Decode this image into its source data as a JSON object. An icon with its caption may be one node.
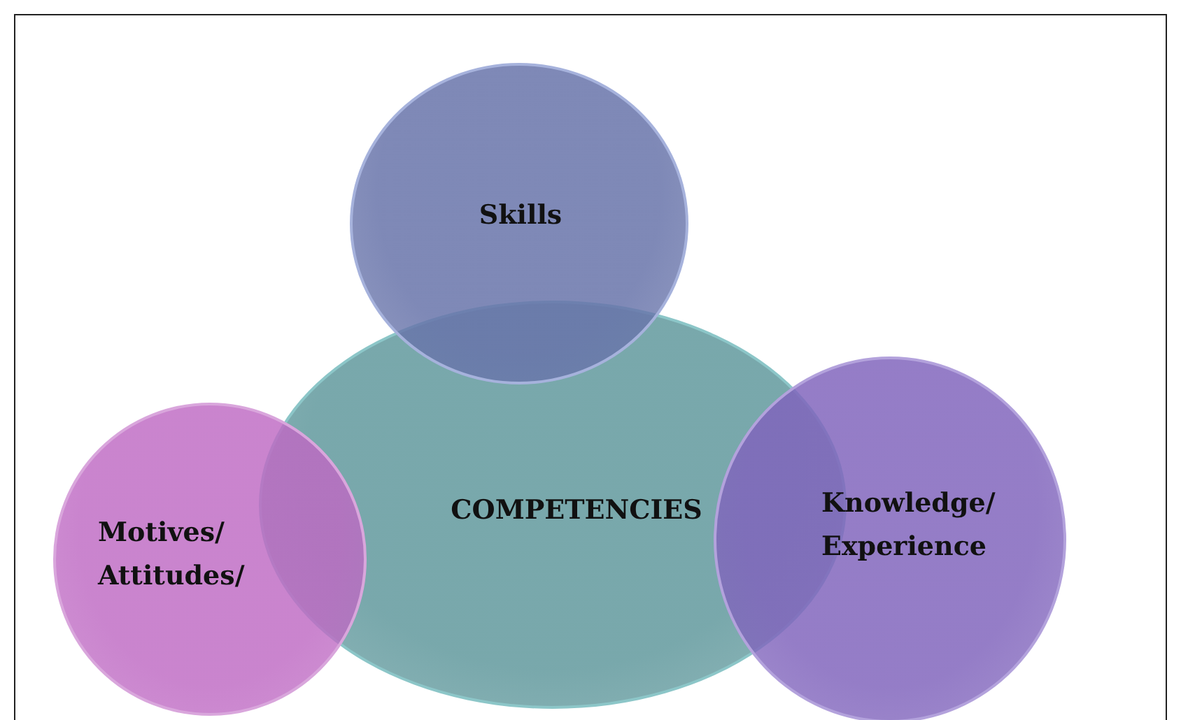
{
  "diagram": {
    "nodes": [
      {
        "text": [
          "Skills"
        ]
      },
      {
        "text": [
          "Motives/ Attitudes/"
        ]
      },
      {
        "text": [
          "COMPETENCIES"
        ]
      },
      {
        "text": [
          "Knowledge/ Experience"
        ]
      }
    ]
  }
}
